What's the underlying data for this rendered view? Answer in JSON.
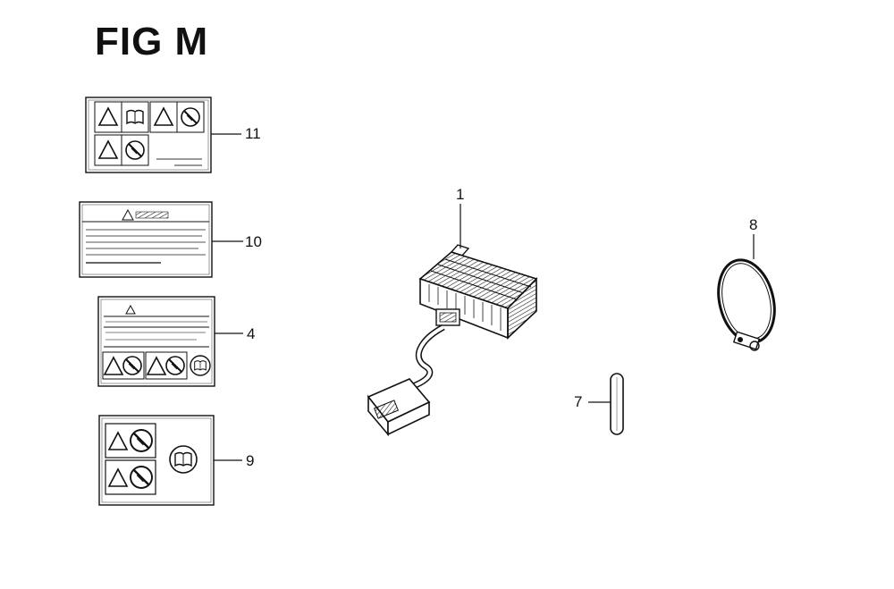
{
  "figure": {
    "title": "FIG M"
  },
  "callouts": {
    "c11": "11",
    "c10": "10",
    "c4": "4",
    "c9": "9",
    "c1": "1",
    "c8": "8",
    "c7": "7"
  }
}
